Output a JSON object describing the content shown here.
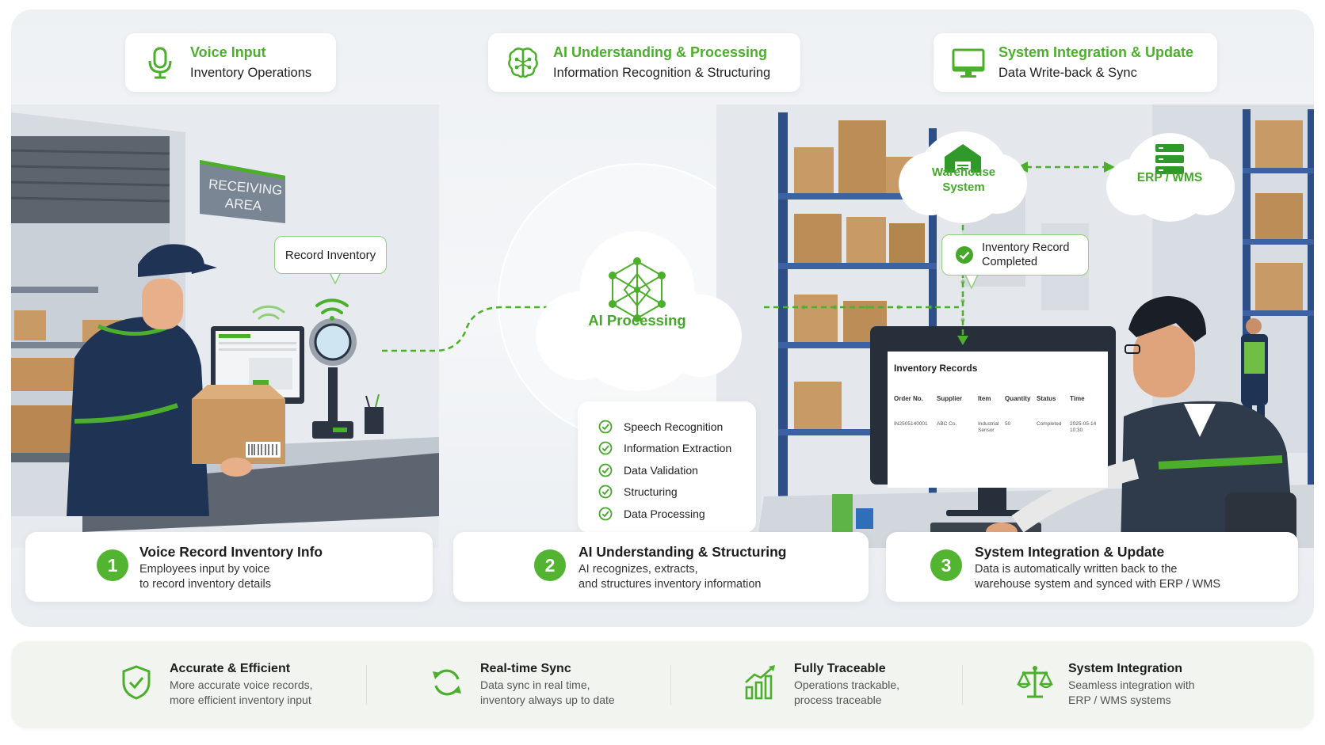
{
  "header": [
    {
      "title": "Voice Input",
      "subtitle": "Inventory Operations",
      "icon": "microphone-icon"
    },
    {
      "title": "AI Understanding & Processing",
      "subtitle": "Information Recognition & Structuring",
      "icon": "brain-icon"
    },
    {
      "title": "System Integration & Update",
      "subtitle": "Data Write-back & Sync",
      "icon": "monitor-icon"
    }
  ],
  "scene": {
    "sign_line1": "RECEIVING",
    "sign_line2": "AREA",
    "record_bubble": "Record Inventory",
    "ai_cloud_label": "AI Processing",
    "warehouse_label_line1": "Warehouse",
    "warehouse_label_line2": "System",
    "erp_label": "ERP / WMS",
    "completed_line1": "Inventory Record",
    "completed_line2": "Completed"
  },
  "ai_checklist": [
    "Speech Recognition",
    "Information Extraction",
    "Data Validation",
    "Structuring",
    "Data Processing"
  ],
  "monitor": {
    "title": "Inventory Records",
    "columns": [
      "Order No.",
      "Supplier",
      "Item",
      "Quantity",
      "Status",
      "Time"
    ],
    "row": [
      "IN2505140001",
      "ABC Co.",
      "Industrial Sensor",
      "50",
      "Completed",
      "2025-05-14 10:30"
    ]
  },
  "steps": [
    {
      "num": "1",
      "title": "Voice Record Inventory Info",
      "desc1": "Employees input by voice",
      "desc2": "to record inventory details"
    },
    {
      "num": "2",
      "title": "AI Understanding & Structuring",
      "desc1": "AI recognizes, extracts,",
      "desc2": "and structures inventory information"
    },
    {
      "num": "3",
      "title": "System Integration & Update",
      "desc1": "Data is automatically written back to the",
      "desc2": "warehouse system and synced with ERP / WMS"
    }
  ],
  "benefits": [
    {
      "title": "Accurate & Efficient",
      "desc1": "More accurate voice records,",
      "desc2": "more efficient inventory input",
      "icon": "shield-check-icon"
    },
    {
      "title": "Real-time Sync",
      "desc1": "Data sync in real time,",
      "desc2": "inventory always up to date",
      "icon": "sync-icon"
    },
    {
      "title": "Fully Traceable",
      "desc1": "Operations trackable,",
      "desc2": "process traceable",
      "icon": "chart-growth-icon"
    },
    {
      "title": "System Integration",
      "desc1": "Seamless integration with",
      "desc2": "ERP / WMS systems",
      "icon": "balance-scale-icon"
    }
  ],
  "colors": {
    "accent": "#4caf2c",
    "accent_dark": "#2f8f1c",
    "navy": "#1f3354"
  }
}
